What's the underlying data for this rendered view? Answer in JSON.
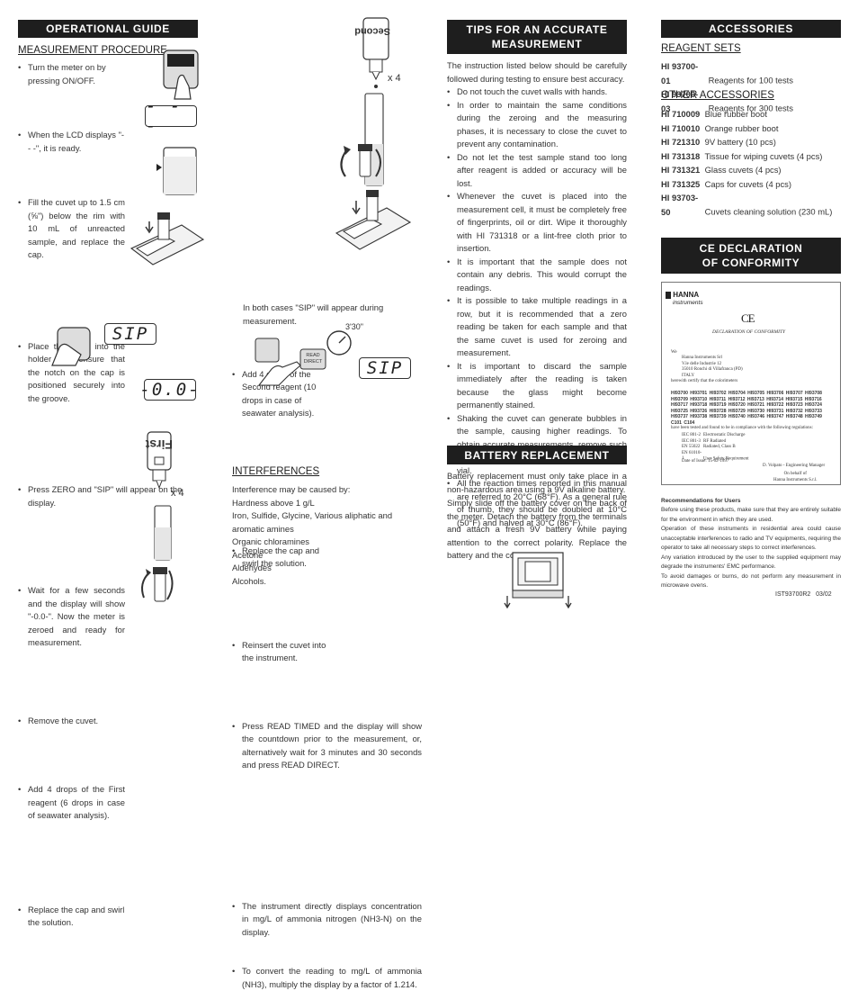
{
  "col1": {
    "header": "OPERATIONAL GUIDE",
    "subheader": "MEASUREMENT PROCEDURE",
    "steps": [
      "Turn the meter on by pressing ON/OFF.",
      "When the LCD displays \"- - -\", it is ready.",
      "Fill the cuvet up to 1.5 cm (⅝\") below the rim with 10 mL of unreacted sample, and replace the cap.",
      "Place the cuvet into the holder and ensure that the notch on the cap is positioned securely into the groove.",
      "Press ZERO and \"SIP\" will appear on the display.",
      "Wait for a few seconds and the display will show \"-0.0-\". Now the meter is zeroed and ready for measurement.",
      "Remove the cuvet.",
      "Add 4 drops of the First reagent (6 drops in case of seawater analysis).",
      "Replace the cap and swirl the solution."
    ],
    "lcd_ready": "- - -",
    "lcd_sip": "SIP",
    "lcd_zero": "-0.0-",
    "bottle_label": "First",
    "drops": "x 4"
  },
  "col2": {
    "steps": [
      "Add 4 drops of the Second reagent (10 drops in case of seawater analysis).",
      "Replace the cap and swirl the solution.",
      "Reinsert the cuvet into the instrument.",
      "Press READ TIMED and the display will show the countdown prior to the measurement, or, alternatively wait for 3 minutes and 30 seconds and press READ DIRECT.",
      "The instrument directly displays concentration in mg/L of ammonia nitrogen (NH3-N) on the display.",
      "To convert the reading to mg/L of ammonia (NH3), multiply the display by a factor of 1.214."
    ],
    "both_cases": "In both cases \"SIP\" will appear during measurement.",
    "bottle_label": "Second",
    "drops": "x 4",
    "timer": "3'30\"",
    "read_direct": "READ DIRECT",
    "lcd_sip": "SIP",
    "interferences_title": "INTERFERENCES",
    "interferences": [
      "Interference may be caused by:",
      "Hardness above 1 g/L",
      "Iron, Sulfide, Glycine, Various aliphatic and aromatic amines",
      "Organic chloramines",
      "Acetone",
      "Aldehydes",
      "Alcohols."
    ]
  },
  "col3": {
    "tips_header_l1": "TIPS FOR AN ACCURATE",
    "tips_header_l2": "MEASUREMENT",
    "intro": "The instruction listed below should be carefully followed during testing to ensure best accuracy.",
    "tips": [
      "Do not touch the cuvet walls with hands.",
      "In order to maintain the same conditions during the zeroing and the measuring phases, it is necessary to close the cuvet to prevent any contamination.",
      "Do not let the test sample stand too long after reagent is added or accuracy will be lost.",
      "Whenever the cuvet is placed into the measurement cell, it must be completely free of fingerprints, oil or dirt. Wipe it thoroughly with HI 731318 or a lint-free cloth prior to insertion.",
      "It is important that the sample does not contain any debris. This would corrupt the readings.",
      "It is possible to take multiple readings in a row, but it is recommended that a zero reading be taken for each sample and that the same cuvet is used for zeroing and measurement.",
      "It is important to discard the sample immediately after the reading is taken because the glass might become permanently stained.",
      "Shaking the cuvet can generate bubbles in the sample, causing higher readings. To obtain accurate measurements, remove such bubbles by swirling or by gently tapping the vial.",
      "All the reaction times reported in this manual are referred to 20°C (68°F). As a general rule of thumb, they should be doubled at 10°C (50°F) and halved at 30°C (86°F)."
    ],
    "battery_header": "BATTERY REPLACEMENT",
    "battery_p1": "Battery replacement must only take place in a non-hazardous area using a 9V alkaline battery.",
    "battery_p2": "Simply slide off the battery cover on the back of the meter. Detach the battery from the terminals and attach a fresh 9V battery while paying attention to the correct polarity. Replace the battery and the cover."
  },
  "col4": {
    "accessories_header": "ACCESSORIES",
    "reagent_sets_title": "REAGENT SETS",
    "reagent_sets": [
      {
        "code": "HI 93700-01",
        "desc": "Reagents for 100 tests"
      },
      {
        "code": "HI 93700-03",
        "desc": "Reagents for 300 tests"
      }
    ],
    "other_title": "OTHER ACCESSORIES",
    "other": [
      {
        "code": "HI 710009",
        "desc": "Blue rubber boot"
      },
      {
        "code": "HI 710010",
        "desc": "Orange rubber boot"
      },
      {
        "code": "HI 721310",
        "desc": "9V battery (10 pcs)"
      },
      {
        "code": "HI 731318",
        "desc": "Tissue for wiping cuvets (4 pcs)"
      },
      {
        "code": "HI 731321",
        "desc": "Glass cuvets (4 pcs)"
      },
      {
        "code": "HI 731325",
        "desc": "Caps for cuvets (4 pcs)"
      },
      {
        "code": "HI 93703-50",
        "desc": "Cuvets cleaning solution (230 mL)"
      }
    ],
    "ce_header_l1": "CE DECLARATION",
    "ce_header_l2": "OF CONFORMITY",
    "cert_brand": "HANNA",
    "cert_brand_sub": "instruments",
    "cert_mark": "CE",
    "cert_title": "DECLARATION OF CONFORMITY",
    "cert_we": "We",
    "cert_address": [
      "Hanna Instruments Srl",
      "V.le delle Industrie 12",
      "35010 Ronchi di Villafranca (PD)",
      "ITALY"
    ],
    "cert_herewith": "herewith certify that the colorimeters",
    "cert_models": "HI93700 HI93701 HI93702 HI93704 HI93705 HI93706 HI93707 HI93708 HI93709 HI93710 HI93711 HI93712 HI93713 HI93714 HI93715 HI93716 HI93717 HI93718 HI93719 HI93720 HI93721 HI93722 HI93723 HI93724 HI93725 HI93726 HI93728 HI93729 HI93730 HI93731 HI93732 HI93733 HI93737 HI93738 HI93739 HI93740 HI93746 HI93747 HI93748 HI93749 C101 C104",
    "cert_tested": "have been tested and found to be in compliance with the following regulations:",
    "cert_regs": [
      {
        "code": "IEC 801-2",
        "desc": "Electrostatic Discharge"
      },
      {
        "code": "IEC 801-3",
        "desc": "RF Radiated"
      },
      {
        "code": "EN 55022",
        "desc": "Radiated, Class B"
      },
      {
        "code": "EN 61010-1",
        "desc": "User Safety Requirement"
      }
    ],
    "cert_date": "Date of Issue: 15-02-1997",
    "cert_signer": "D. Volpato - Engineering Manager",
    "cert_behalf": [
      "On behalf of",
      "Hanna Instruments S.r.l."
    ],
    "rec_title": "Recommendations for Users",
    "rec_paragraphs": [
      "Before using these products, make sure that they are entirely suitable for the environment in which they are used.",
      "Operation of these instruments in residential area could cause unacceptable interferences to radio and TV equipments, requiring the operator to take all necessary steps to correct interferences.",
      "Any variation introduced by the user to the supplied equipment may degrade the instruments' EMC performance.",
      "To avoid damages or burns, do not perform any measurement in microwave ovens."
    ],
    "doc_code": "IST93700R2   03/02"
  }
}
